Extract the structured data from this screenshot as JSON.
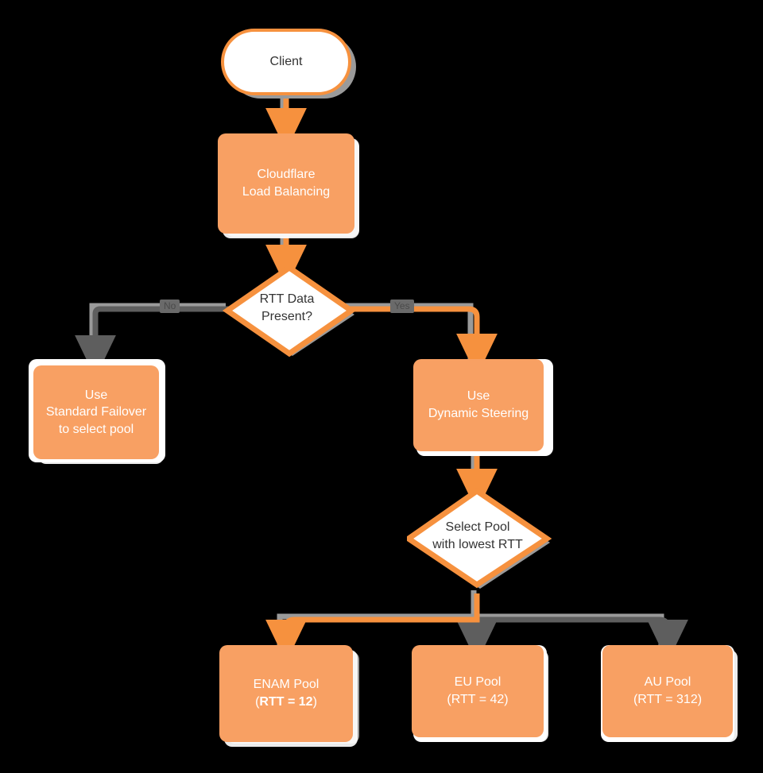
{
  "diagram": {
    "title": "Cloudflare Load Balancing dynamic steering decision flow",
    "type": "flowchart",
    "direction": "top-down",
    "colors": {
      "node_fill_orange": "#F8A063",
      "node_text_white": "#FFFFFF",
      "node_text_dark": "#333333",
      "node_white_fill": "#FFFFFF",
      "border_orange": "#F6913E",
      "edge_orange": "#F6913E",
      "edge_gray": "#5E5E5E",
      "shadow_gray": "#9A9A9A",
      "background": "#000000"
    }
  },
  "nodes": {
    "client": {
      "label": "Client",
      "shape": "stadium",
      "style": "white-fill"
    },
    "load_balancing": {
      "line1": "Cloudflare",
      "line2": "Load Balancing",
      "shape": "rect",
      "style": "orange-fill"
    },
    "rtt_present": {
      "line1": "RTT Data",
      "line2": "Present?",
      "shape": "diamond",
      "style": "white-fill"
    },
    "standard_failover": {
      "line1": "Use",
      "line2": "Standard Failover",
      "line3": "to select pool",
      "shape": "rect",
      "style": "orange-fill"
    },
    "dynamic_steering": {
      "line1": "Use",
      "line2": "Dynamic Steering",
      "shape": "rect",
      "style": "orange-fill"
    },
    "select_pool": {
      "line1": "Select Pool",
      "line2": "with lowest RTT",
      "shape": "diamond",
      "style": "white-fill"
    },
    "enam_pool": {
      "line1": "ENAM Pool",
      "rtt_text": "RTT = 12",
      "paren_open": "(",
      "paren_close": ")",
      "shape": "rect",
      "style": "orange-fill",
      "emphasis": "bold"
    },
    "eu_pool": {
      "line1": "EU Pool",
      "rtt_text": "RTT = 42",
      "paren_open": "(",
      "paren_close": ")",
      "shape": "rect",
      "style": "orange-fill",
      "emphasis": "normal"
    },
    "au_pool": {
      "line1": "AU Pool",
      "rtt_text": "RTT = 312",
      "paren_open": "(",
      "paren_close": ")",
      "shape": "rect",
      "style": "orange-fill",
      "emphasis": "normal"
    }
  },
  "edges": {
    "client_to_lb": {
      "label": "",
      "color": "orange"
    },
    "lb_to_rtt": {
      "label": "",
      "color": "orange"
    },
    "rtt_to_failover": {
      "label": "No",
      "color": "gray"
    },
    "rtt_to_steering": {
      "label": "Yes",
      "color": "orange"
    },
    "steering_to_select": {
      "label": "",
      "color": "orange"
    },
    "select_to_enam": {
      "label": "",
      "color": "orange"
    },
    "select_to_eu": {
      "label": "",
      "color": "gray"
    },
    "select_to_au": {
      "label": "",
      "color": "gray"
    }
  }
}
